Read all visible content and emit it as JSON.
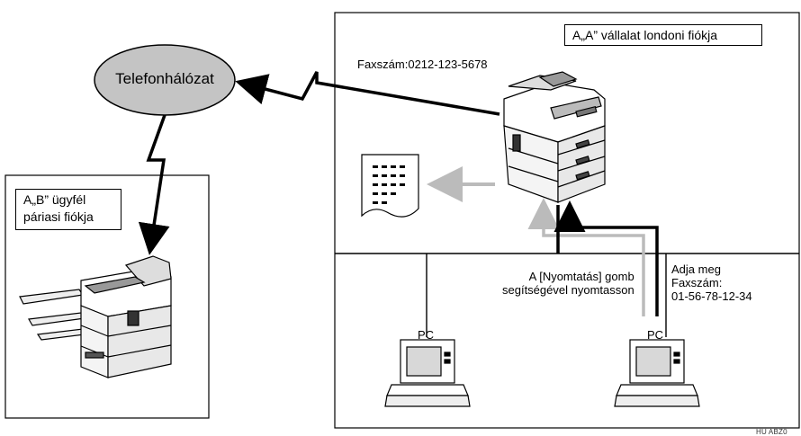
{
  "network_cloud": {
    "label": "Telefonhálózat"
  },
  "office_a": {
    "title": "A„A” vállalat londoni fiókja",
    "fax_number": "Faxszám:0212-123-5678",
    "print_note_line1": "A [Nyomtatás] gomb",
    "print_note_line2": "segítségével nyomtasson",
    "fax_note_line1": "Adja meg",
    "fax_note_line2": "Faxszám:",
    "fax_note_line3": "01-56-78-12-34",
    "pc_left_label": "PC",
    "pc_right_label": "PC"
  },
  "office_b": {
    "title_line1": "A„B” ügyfél",
    "title_line2": "páriasi fiókja"
  },
  "figure_code": "HU ABZ0"
}
